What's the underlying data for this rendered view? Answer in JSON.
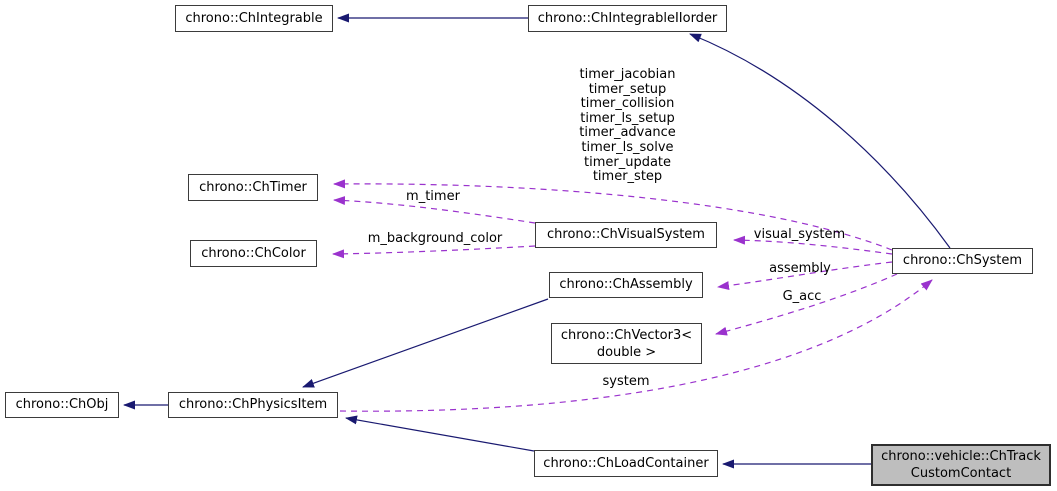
{
  "nodes": {
    "integrable": {
      "label": "chrono::ChIntegrable"
    },
    "integrable_ii": {
      "label": "chrono::ChIntegrableIIorder"
    },
    "timer": {
      "label": "chrono::ChTimer"
    },
    "color": {
      "label": "chrono::ChColor"
    },
    "visual_system": {
      "label": "chrono::ChVisualSystem"
    },
    "assembly": {
      "label": "chrono::ChAssembly"
    },
    "vector3": {
      "label": "chrono::ChVector3<\ndouble >"
    },
    "obj": {
      "label": "chrono::ChObj"
    },
    "physics_item": {
      "label": "chrono::ChPhysicsItem"
    },
    "load_container": {
      "label": "chrono::ChLoadContainer"
    },
    "system": {
      "label": "chrono::ChSystem"
    },
    "track_custom_contact": {
      "label": "chrono::vehicle::ChTrack\nCustomContact"
    }
  },
  "edge_labels": {
    "timers": "timer_jacobian\ntimer_setup\ntimer_collision\ntimer_ls_setup\ntimer_advance\ntimer_ls_solve\ntimer_update\ntimer_step",
    "m_timer": "m_timer",
    "m_background_color": "m_background_color",
    "visual_system": "visual_system",
    "assembly": "assembly",
    "g_acc": "G_acc",
    "system": "system"
  },
  "colors": {
    "inheritance_edge": "#191970",
    "usage_edge": "#9a32cd",
    "node_background": "#ffffff",
    "node_border": "#3b3b3b",
    "highlight_background": "#bebebe",
    "text": "#000000"
  }
}
